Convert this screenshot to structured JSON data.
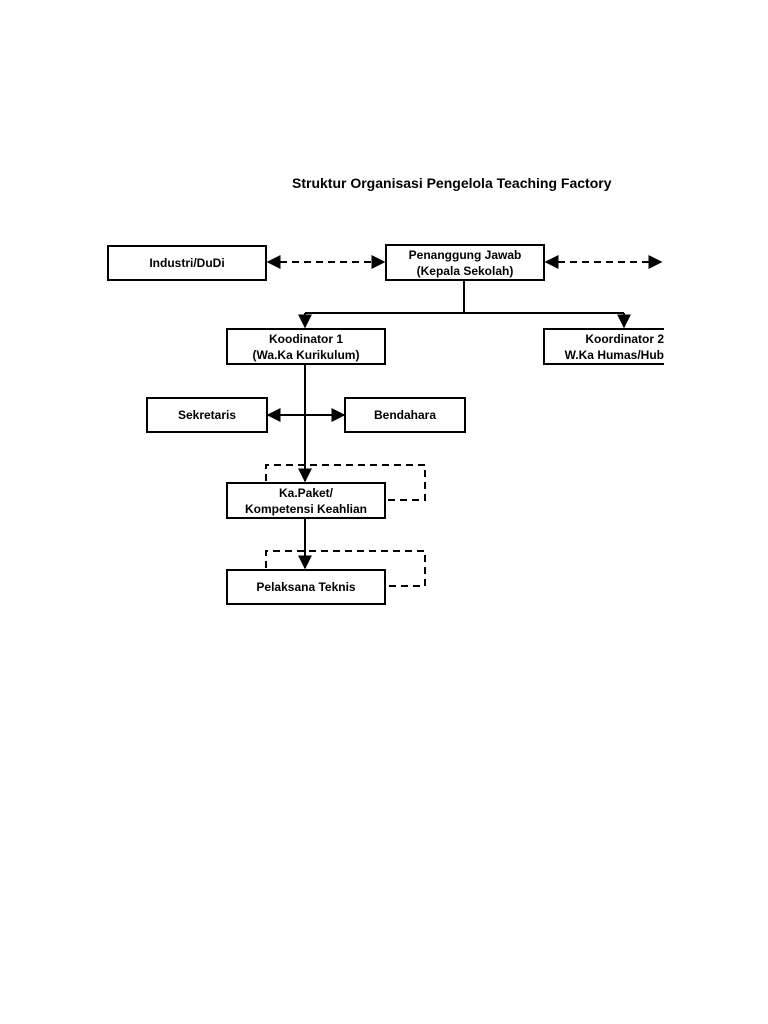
{
  "title": "Struktur Organisasi Pengelola Teaching Factory",
  "nodes": {
    "industri": {
      "label": "Industri/DuDi"
    },
    "penanggung": {
      "line1": "Penanggung Jawab",
      "line2": "(Kepala Sekolah)"
    },
    "koordinator1": {
      "line1": "Koodinator 1",
      "line2": "(Wa.Ka Kurikulum)"
    },
    "koordinator2": {
      "line1": "Koordinator 2",
      "line2": "W.Ka Humas/Hub"
    },
    "sekretaris": {
      "label": "Sekretaris"
    },
    "bendahara": {
      "label": "Bendahara"
    },
    "kapaket": {
      "line1": "Ka.Paket/",
      "line2": "Kompetensi Keahlian"
    },
    "pelaksana": {
      "label": "Pelaksana Teknis"
    }
  },
  "colors": {
    "line": "#000000",
    "background": "#ffffff"
  }
}
